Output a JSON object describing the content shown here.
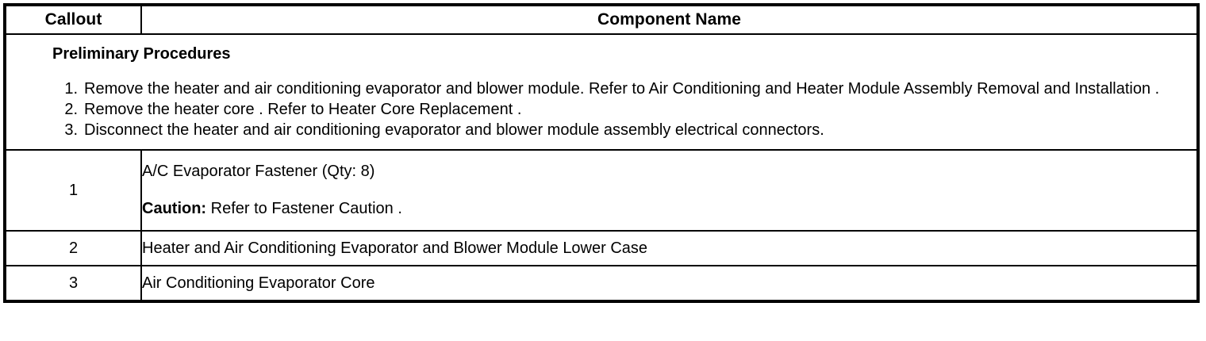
{
  "table": {
    "headers": {
      "callout": "Callout",
      "component_name": "Component Name"
    },
    "preliminary": {
      "title": "Preliminary Procedures",
      "steps": [
        "Remove the heater and air conditioning evaporator and blower module. Refer to Air Conditioning and Heater Module Assembly Removal and Installation .",
        "Remove the heater core . Refer to Heater Core Replacement .",
        "Disconnect the heater and air conditioning evaporator and blower module assembly electrical connectors."
      ]
    },
    "rows": [
      {
        "callout": "1",
        "name": "A/C Evaporator Fastener (Qty: 8)",
        "caution_label": "Caution:",
        "caution_text": " Refer to Fastener Caution ."
      },
      {
        "callout": "2",
        "name": "Heater and Air Conditioning Evaporator and Blower Module Lower Case",
        "caution_label": "",
        "caution_text": ""
      },
      {
        "callout": "3",
        "name": "Air Conditioning Evaporator Core",
        "caution_label": "",
        "caution_text": ""
      }
    ]
  },
  "colors": {
    "border": "#000000",
    "text": "#000000",
    "background": "#ffffff"
  }
}
